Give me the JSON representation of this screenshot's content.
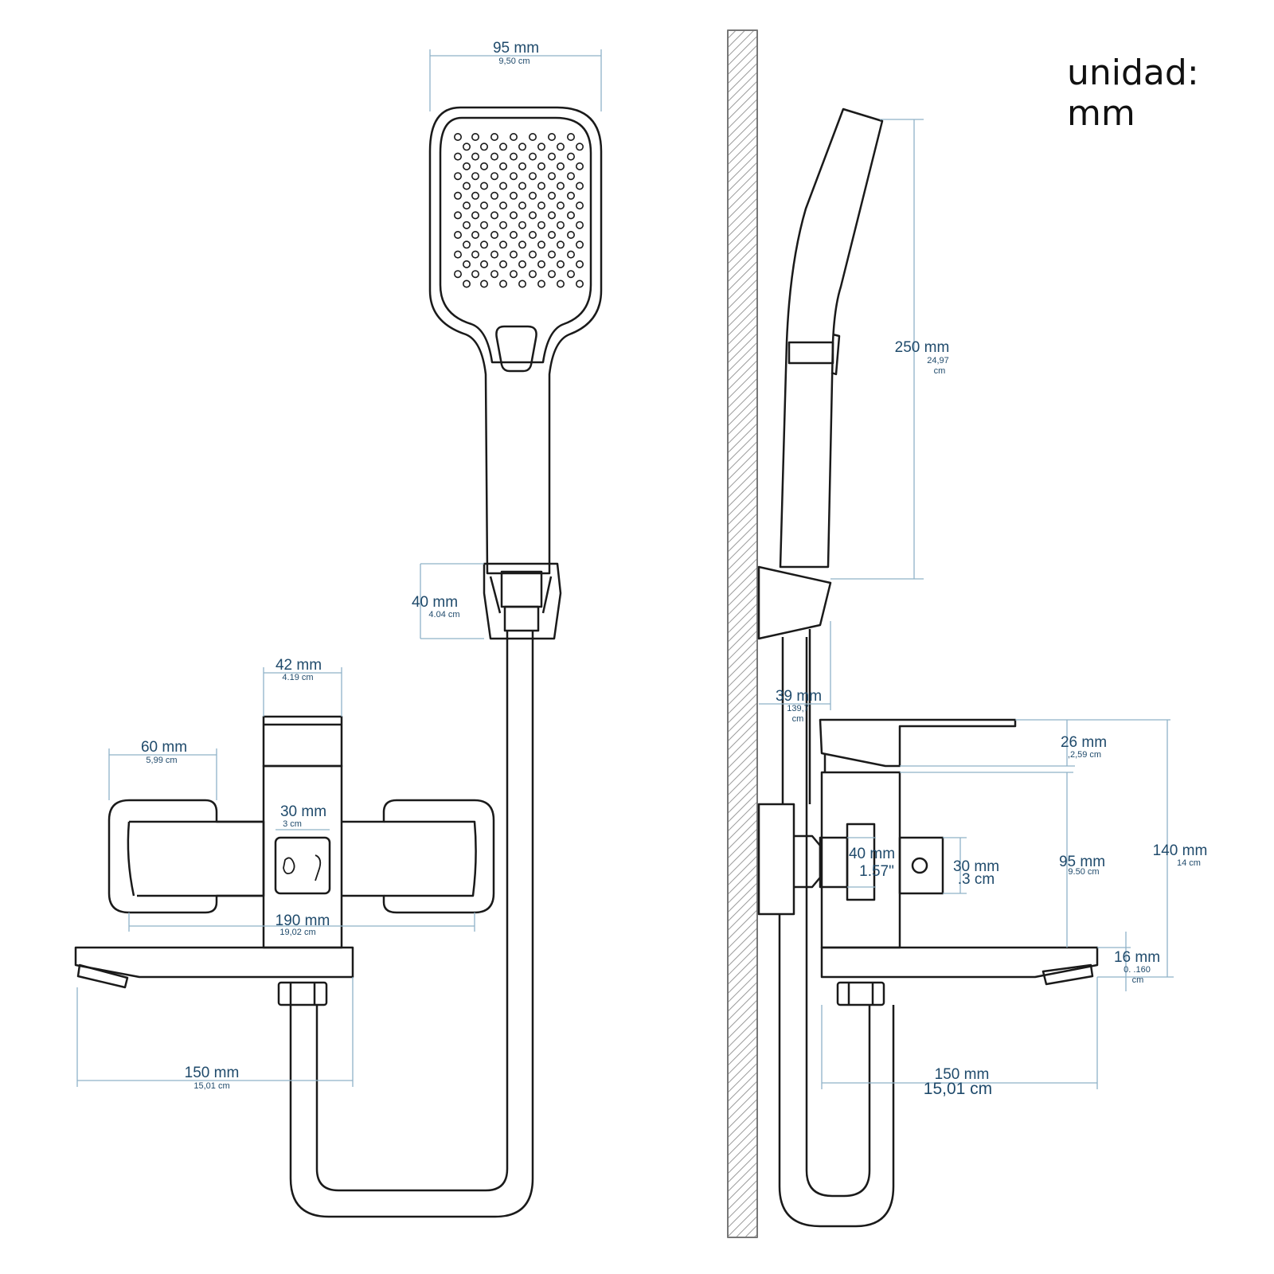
{
  "unit_title": "unidad: mm",
  "colors": {
    "line": "#1a1a1a",
    "dimension": "#1f4a6b",
    "dimension_line": "#8fb2c8",
    "wall_hatch": "#9a9a9a"
  },
  "front_view": {
    "head_width": {
      "main": "95 mm",
      "sub": "9,50 cm"
    },
    "holder_height": {
      "main": "40 mm",
      "sub": "4.04 cm"
    },
    "cartridge_width": {
      "main": "42 mm",
      "sub": "4.19 cm"
    },
    "handle_width": {
      "main": "60 mm",
      "sub": "5,99 cm"
    },
    "control_width": {
      "main": "30 mm",
      "sub": "3 cm"
    },
    "body_width": {
      "main": "190 mm",
      "sub": "19,02 cm"
    },
    "spout_length": {
      "main": "150 mm",
      "sub": "15,01 cm"
    }
  },
  "side_view": {
    "handset_length": {
      "main": "250 mm",
      "sub1": "24,97",
      "sub2": "cm"
    },
    "wall_offset": {
      "main": "39 mm",
      "sub1": "139,7",
      "sub2": "cm"
    },
    "lever_height": {
      "main": "26 mm",
      "sub": ",2,59 cm"
    },
    "mixer_height": {
      "main": "40 mm",
      "sub": "1.57\""
    },
    "knob_size": {
      "main": "30 mm",
      "sub": ".3 cm"
    },
    "body_height": {
      "main": "95 mm",
      "sub": "9.50 cm"
    },
    "total_height": {
      "main": "140 mm",
      "sub": "14 cm"
    },
    "spout_thickness": {
      "main": "16 mm",
      "sub1": "0. .160",
      "sub2": "cm"
    },
    "spout_length": {
      "main": "150 mm",
      "sub": "15,01 cm"
    }
  }
}
